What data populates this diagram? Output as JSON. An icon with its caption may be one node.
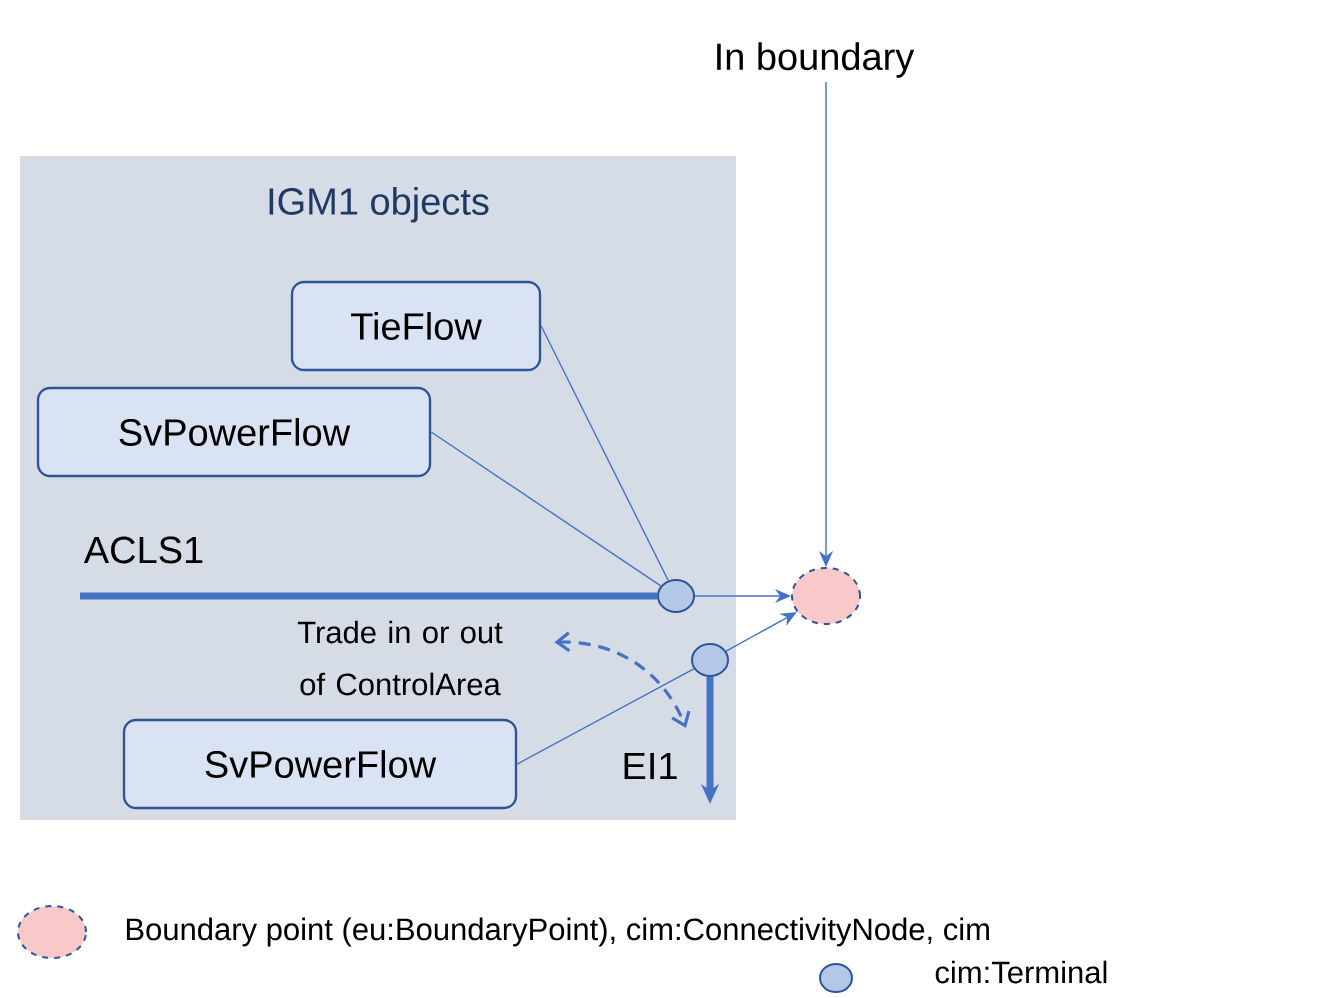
{
  "diagram": {
    "nodes": [
      {
        "text": [
          "IGM1 objects"
        ]
      },
      {
        "text": [
          "TieFlow"
        ],
        "in": 0
      },
      {
        "text": [
          "SvPowerFlow"
        ],
        "in": 0
      },
      {
        "text": [
          "SvPowerFlow"
        ],
        "in": 0
      },
      {
        "text": [],
        "shape": "circle",
        "in": 0
      },
      {
        "text": [],
        "shape": "circle",
        "in": 0
      },
      {
        "text": [],
        "shape": "circle"
      },
      {
        "text": [
          "In boundary"
        ]
      },
      {
        "text": [
          "Trade in or out of ControlArea"
        ],
        "in": 0
      }
    ],
    "edges": [
      {
        "from": 1,
        "to": 4,
        "arrow": "none"
      },
      {
        "from": 2,
        "to": 4,
        "arrow": "none"
      },
      {
        "from": 3,
        "to": 5,
        "arrow": "none"
      },
      {
        "from": 4,
        "to": 6,
        "arrow": "to"
      },
      {
        "from": 5,
        "to": 6,
        "arrow": "to"
      },
      {
        "from": 7,
        "to": 6,
        "arrow": "to"
      },
      {
        "from": null,
        "to": 4,
        "arrow": "none",
        "style": "thick",
        "label": "ACLS1"
      },
      {
        "from": 5,
        "to": null,
        "arrow": "to",
        "style": "thick",
        "label": "EI1"
      },
      {
        "from": 8,
        "to": null,
        "arrow": "both",
        "style": "dashed"
      }
    ],
    "legend": [
      {
        "text": "Boundary point (eu:BoundaryPoint), cim:ConnectivityNode, cim"
      },
      {
        "text": "cim:Terminal"
      }
    ]
  }
}
